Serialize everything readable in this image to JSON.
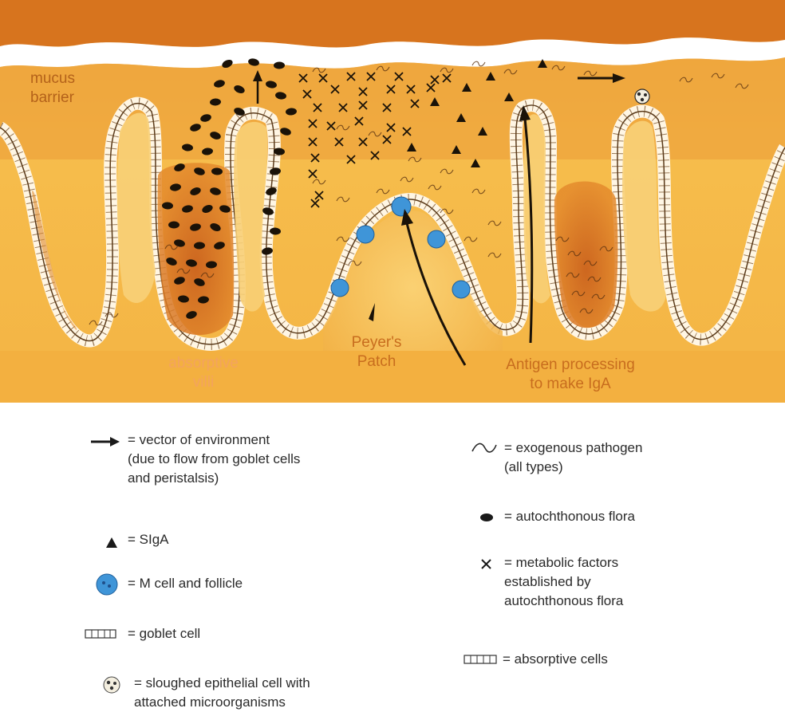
{
  "diagram": {
    "labels": {
      "mucus_line1": "mucus",
      "mucus_line2": "barrier",
      "villi_line1": "absorptive",
      "villi_line2": "villi",
      "peyer_line1": "Peyer's",
      "peyer_line2": "Patch",
      "antigen_line1": "Antigen processing",
      "antigen_line2": "to make IgA"
    },
    "colors": {
      "mucus": "#e8962e",
      "lumen": "#f5b948",
      "villus_core": "#c4651a",
      "epithelium": "#fff8ea",
      "m_cell": "#3f95d8",
      "marks": "#1a1208"
    }
  },
  "legend": {
    "vector": {
      "icon": "arrow-right-icon",
      "lines": [
        "= vector of environment",
        "(due to flow from goblet cells",
        "and peristalsis)"
      ]
    },
    "sIgA": {
      "icon": "triangle-icon",
      "lines": [
        "= SIgA"
      ]
    },
    "m_cell": {
      "icon": "m-cell-icon",
      "lines": [
        "= M cell and follicle"
      ]
    },
    "goblet": {
      "icon": "goblet-cell-icon",
      "lines": [
        "= goblet cell"
      ]
    },
    "sloughed": {
      "icon": "sloughed-cell-icon",
      "lines": [
        "= sloughed epithelial cell with",
        "attached microorganisms"
      ]
    },
    "pathogen": {
      "icon": "squiggle-icon",
      "lines": [
        "= exogenous pathogen",
        "(all types)"
      ]
    },
    "flora": {
      "icon": "oval-icon",
      "lines": [
        "= autochthonous flora"
      ]
    },
    "metabolic": {
      "icon": "cross-icon",
      "lines": [
        "= metabolic factors",
        "established by",
        "autochthonous flora"
      ]
    },
    "absorptive": {
      "icon": "absorptive-cells-icon",
      "lines": [
        "= absorptive cells"
      ]
    }
  }
}
